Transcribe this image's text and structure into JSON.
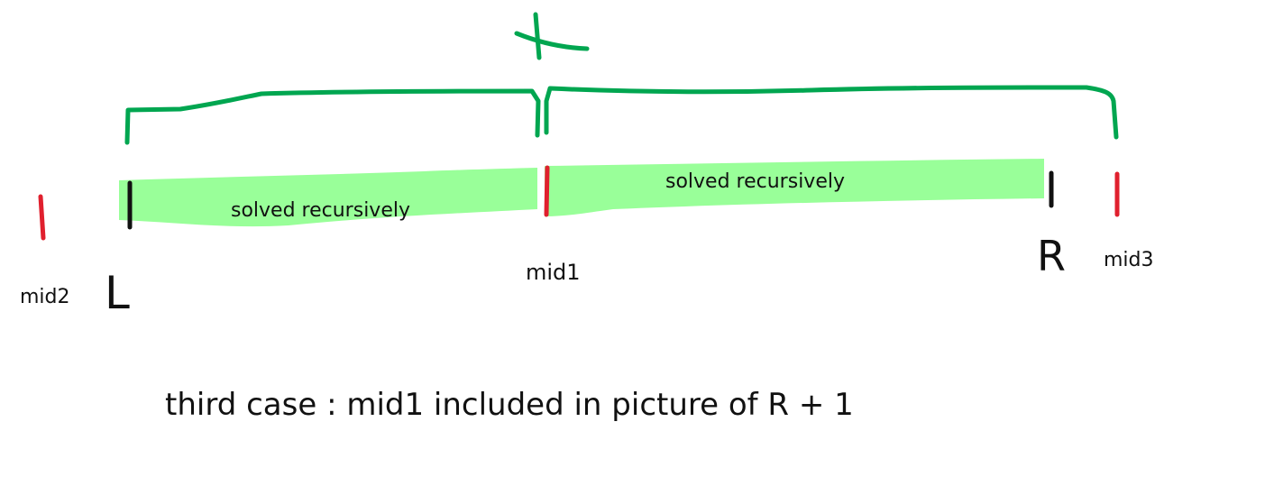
{
  "colors": {
    "background": "#ffffff",
    "highlight": "#99ff99",
    "brace": "#00a650",
    "red_marker": "#e0202e",
    "black_marker": "#111111"
  },
  "highlight_labels": {
    "left": "solved recursively",
    "right": "solved recursively"
  },
  "plus_sign": "+",
  "markers": {
    "mid2": "mid2",
    "L": "L",
    "mid1": "mid1",
    "R": "R",
    "mid3": "mid3"
  },
  "caption": "third case : mid1 included in picture of R + 1"
}
